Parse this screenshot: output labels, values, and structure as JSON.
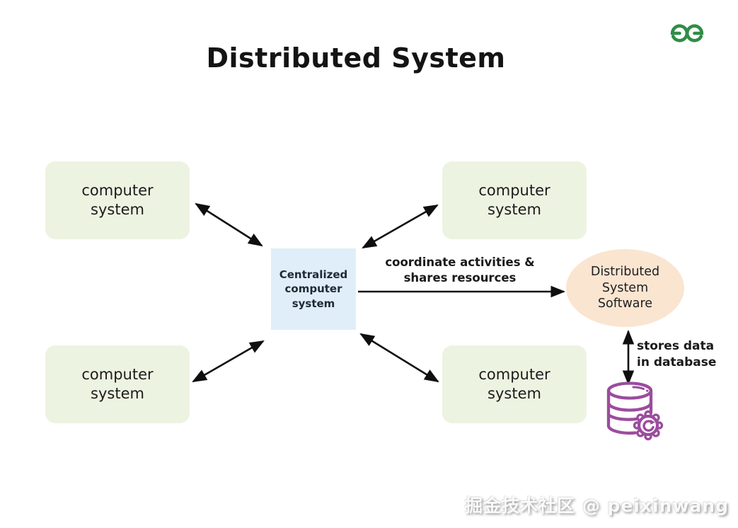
{
  "title": "Distributed System",
  "logo": {
    "name": "geeksforgeeks-logo",
    "color": "#2F8D46"
  },
  "nodes": {
    "computer_top_left": {
      "label": "computer system"
    },
    "computer_top_right": {
      "label": "computer system"
    },
    "computer_bottom_left": {
      "label": "computer system"
    },
    "computer_bottom_right": {
      "label": "computer system"
    },
    "central": {
      "label": "Centralized computer system"
    },
    "software": {
      "label": "Distributed System Software"
    }
  },
  "edges": {
    "coordinate": {
      "label": "coordinate activities & shares resources",
      "direction": "central-to-software"
    },
    "stores": {
      "label": "stores data in database",
      "direction": "bidirectional"
    },
    "computer_links": {
      "direction": "bidirectional",
      "count": 4
    }
  },
  "icons": {
    "database": "database-gear-icon"
  },
  "colors": {
    "background": "#FFFFFF",
    "computer_box_fill": "#EDF3E1",
    "central_box_fill": "#DFEEF8",
    "software_ellipse_fill": "#FAE5D1",
    "database_icon": "#9B4C9E",
    "arrow": "#0F0F0F",
    "logo_green": "#2F8D46",
    "title_text": "#141414"
  },
  "watermark": {
    "text": "掘金技术社区 @ peixinwang"
  }
}
